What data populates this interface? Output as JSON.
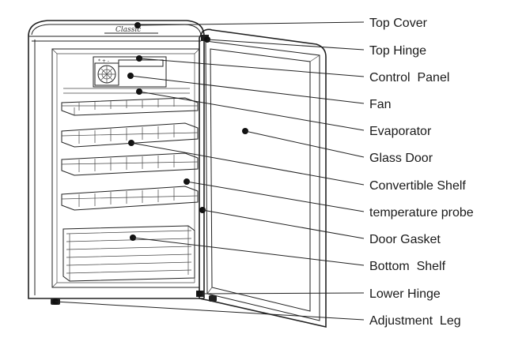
{
  "diagram": {
    "brand_text": "Classic",
    "control_panel_symbols": "* + -",
    "labels": [
      {
        "id": "top-cover",
        "text": "Top Cover"
      },
      {
        "id": "top-hinge",
        "text": "Top Hinge"
      },
      {
        "id": "control-panel",
        "text": "Control  Panel"
      },
      {
        "id": "fan",
        "text": "Fan"
      },
      {
        "id": "evaporator",
        "text": "Evaporator"
      },
      {
        "id": "glass-door",
        "text": "Glass Door"
      },
      {
        "id": "convertible-shelf",
        "text": "Convertible Shelf"
      },
      {
        "id": "temperature-probe",
        "text": "temperature probe"
      },
      {
        "id": "door-gasket",
        "text": "Door Gasket"
      },
      {
        "id": "bottom-shelf",
        "text": "Bottom  Shelf"
      },
      {
        "id": "lower-hinge",
        "text": "Lower Hinge"
      },
      {
        "id": "adjustment-leg",
        "text": "Adjustment  Leg"
      }
    ]
  }
}
